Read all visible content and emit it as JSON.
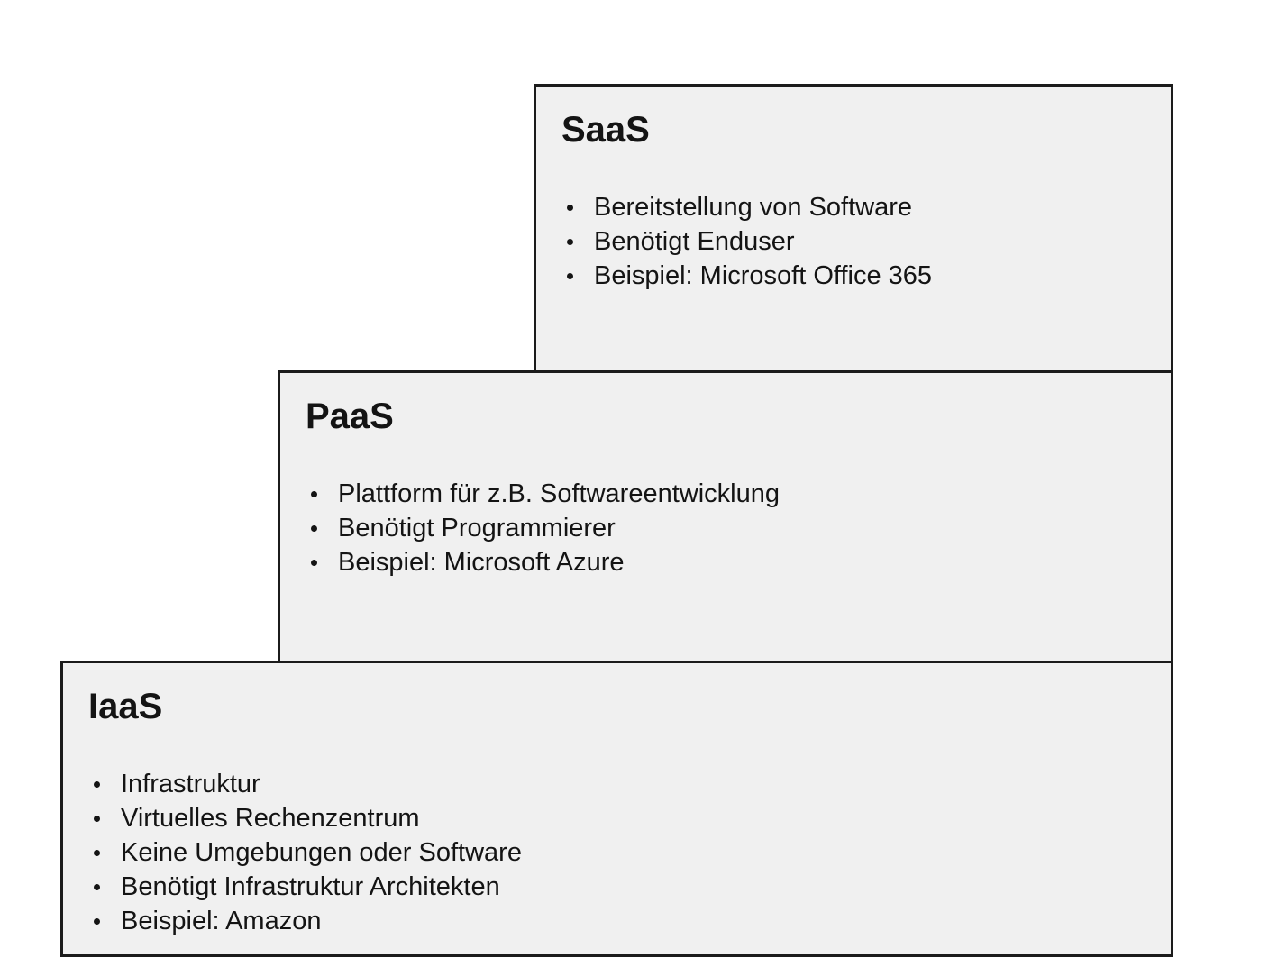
{
  "page": {
    "background": "#ffffff"
  },
  "diagram": {
    "box_fill": "#f0f0f0",
    "border_color": "#1b1b1b",
    "text_color": "#141414",
    "layers": [
      {
        "id": "saas",
        "title": "SaaS",
        "bullets": [
          "Bereitstellung von Software",
          "Benötigt Enduser",
          "Beispiel: Microsoft Office 365"
        ]
      },
      {
        "id": "paas",
        "title": "PaaS",
        "bullets": [
          "Plattform für z.B. Softwareentwicklung",
          "Benötigt Programmierer",
          "Beispiel: Microsoft Azure"
        ]
      },
      {
        "id": "iaas",
        "title": "IaaS",
        "bullets": [
          "Infrastruktur",
          "Virtuelles Rechenzentrum",
          "Keine Umgebungen oder Software",
          "Benötigt Infrastruktur Architekten",
          "Beispiel: Amazon"
        ]
      }
    ]
  }
}
